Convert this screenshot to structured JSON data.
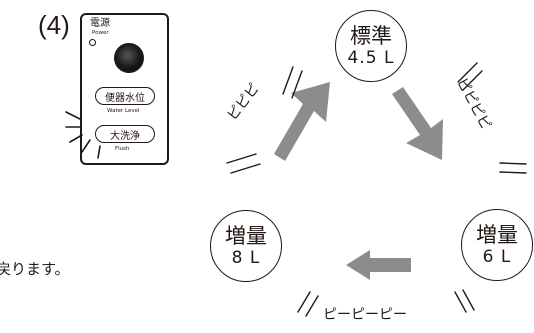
{
  "step": {
    "label": "(4)"
  },
  "panel": {
    "power_label": "電源",
    "power_label_en": "Power",
    "level_button_label": "便器水位",
    "level_label_en": "Water Level",
    "flush_button_label": "大洗浄",
    "flush_label_en": "Flush"
  },
  "modes": [
    {
      "name": "標準",
      "volume": "4.5 L"
    },
    {
      "name": "増量",
      "volume": "6 L"
    },
    {
      "name": "増量",
      "volume": "8 L"
    }
  ],
  "sounds": {
    "standard_to_6l": "ピピピピ",
    "six_to_8l": "ピーピーピー",
    "eight_to_standard": "ピピピ"
  },
  "partial_text": "戻ります。",
  "colors": {
    "arrow": "#8c8c8c",
    "ink": "#231815"
  }
}
